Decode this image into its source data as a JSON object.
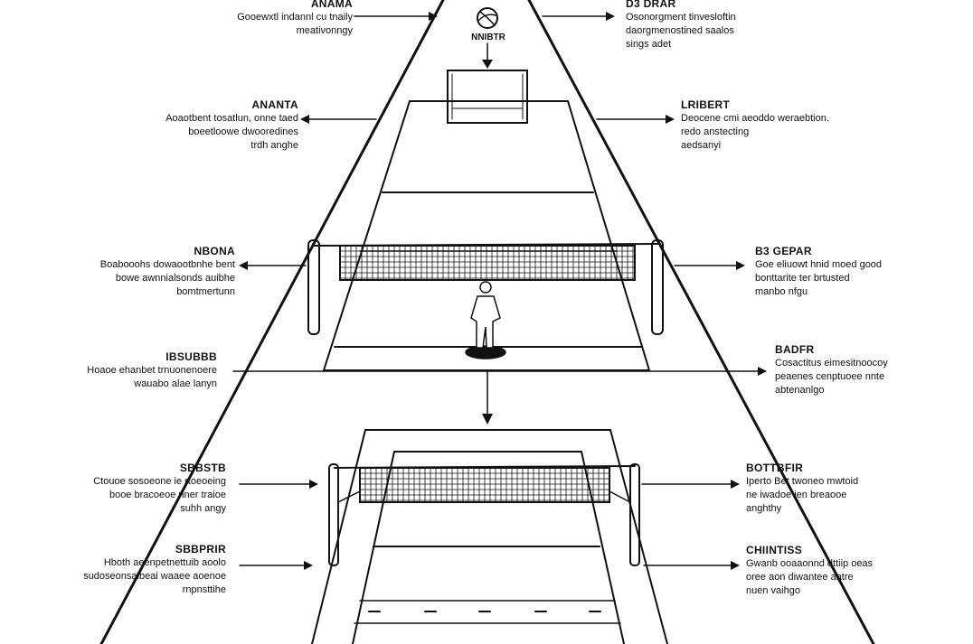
{
  "diagram": {
    "ball_label": "NNIBTR",
    "callouts": {
      "top_left": {
        "title": "ANAMA",
        "desc": "Gooewxtl indannl cu tnaily\nmeativonngy"
      },
      "top_right": {
        "title": "D3 DRAR",
        "desc": "Osonorgment tinvesloftin\ndaorgmenostined saalos\nsings adet"
      },
      "upper_left": {
        "title": "ANANTA",
        "desc": "Aoaotbent tosatlun, onne taed\nboeetloowe dwooredines\ntrdh anghe"
      },
      "upper_right": {
        "title": "LRIBERT",
        "desc": "Deocene cmi aeoddo weraebtion.\nredo anstecting\naedsanyi"
      },
      "net_left": {
        "title": "NBONA",
        "desc": "Boabooohs dowaootbnhe bent\nbowe awnnialsonds auibhe\nbomtmertunn"
      },
      "net_right": {
        "title": "B3 GEPAR",
        "desc": "Goe eliuowt hnid moed good\nbonttarite ter brtusted\nmanbo nfgu"
      },
      "mid_left": {
        "title": "IBSUBBB",
        "desc": "Hoaoe ehanbet trnuonenoere\nwauabo alae lanyn"
      },
      "mid_right": {
        "title": "BADFR",
        "desc": "Cosactitus eimesitnoocoy\npeaenes cenptuoee nnte\nabtenanlgo"
      },
      "low_left": {
        "title": "SBBSTB",
        "desc": "Ctouoe sosoeone ie rtoeoeing\nbooe bracoeoe nner traioe\nsuhh angy"
      },
      "low_right": {
        "title": "BOTTBFIR",
        "desc": "Iperto Bet twoneo mwtoid\nne iwadoe ien breaooe\nanghthy"
      },
      "bot_left": {
        "title": "SBBPRIR",
        "desc": "Hboth aeenpetnettuib aoolo\nsudoseonsalbeai waaee aoenoe\nrnpnsttihe"
      },
      "bot_right": {
        "title": "CHIINTISS",
        "desc": "Gwanb ooaaonnd dttiip oeas\noree aon diwantee aatre\nnuen vaihgo"
      }
    }
  }
}
